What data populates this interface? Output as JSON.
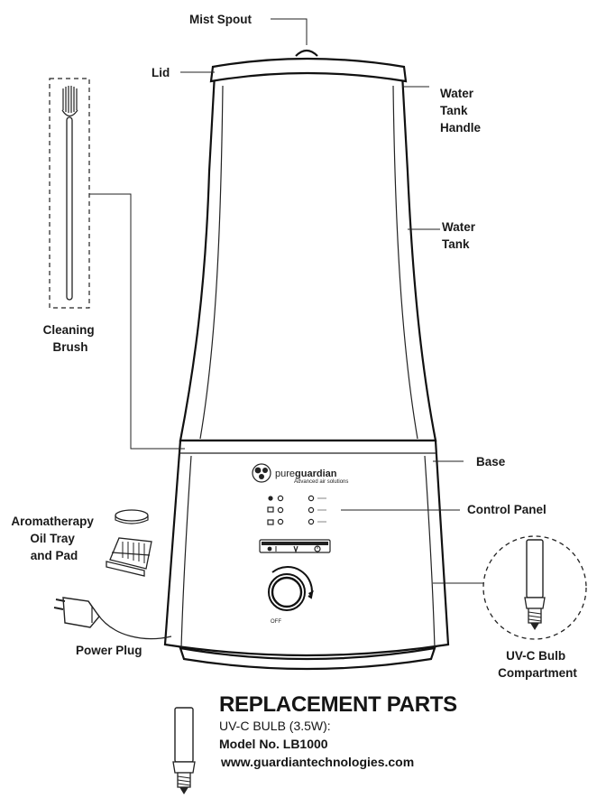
{
  "labels": {
    "mist_spout": "Mist Spout",
    "lid": "Lid",
    "water_tank_handle": [
      "Water",
      "Tank",
      "Handle"
    ],
    "water_tank": [
      "Water",
      "Tank"
    ],
    "cleaning_brush": [
      "Cleaning",
      "Brush"
    ],
    "base": "Base",
    "control_panel": "Control Panel",
    "aromatherapy": [
      "Aromatherapy",
      "Oil Tray",
      "and Pad"
    ],
    "power_plug": "Power Plug",
    "uv_compartment": [
      "UV-C Bulb",
      "Compartment"
    ]
  },
  "logo": {
    "brand_light": "pure",
    "brand_bold": "guardian",
    "tagline": "Advanced air solutions"
  },
  "knob_label": "OFF",
  "replacement": {
    "title": "REPLACEMENT PARTS",
    "line1": "UV-C BULB (3.5W):",
    "line2": "Model No. LB1000",
    "line3": "www.guardiantechnologies.com"
  }
}
